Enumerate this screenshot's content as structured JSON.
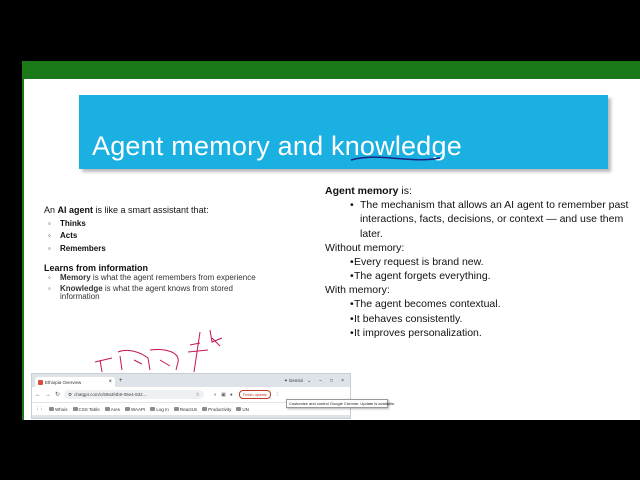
{
  "slide": {
    "title": "Agent memory and knowledge",
    "left": {
      "intro_pre": "An ",
      "intro_bold": "AI agent",
      "intro_post": " is like a smart assistant that:",
      "abilities": [
        "Thinks",
        "Acts",
        "Remembers"
      ],
      "learns_heading": "Learns from information",
      "definitions": [
        {
          "term": "Memory",
          "text": " is what the agent remembers from experience"
        },
        {
          "term": "Knowledge",
          "text": " is what the agent knows from stored information"
        }
      ]
    },
    "right": {
      "heading_bold": "Agent memory",
      "heading_rest": " is:",
      "definition": "The mechanism that allows an AI agent to remember past interactions, facts, decisions, or context — and use them later.",
      "without_heading": "Without memory:",
      "without_items": [
        "Every request is brand new.",
        "The agent forgets everything."
      ],
      "with_heading": "With memory:",
      "with_items": [
        "The agent becomes contextual.",
        "It behaves consistently.",
        "It improves personalization."
      ]
    }
  },
  "browser": {
    "tab_title": "Ethiopia Overview",
    "tab_close": "×",
    "new_tab": "+",
    "gemini_label": "Gemini",
    "window_controls": [
      "⌄",
      "–",
      "□",
      "×"
    ],
    "nav": [
      "←",
      "→",
      "↻"
    ],
    "url": "chatgpt.com/c/69a3f4b9-05e4-832...",
    "update_button": "Finish update",
    "tooltip": "Customize and control Google Chrome. Update is available.",
    "bookmarks": [
      "Whois",
      "CSS Table",
      "Ares",
      "WAAPI",
      "Log In",
      "ReactUs",
      "Productivity",
      "UN"
    ],
    "colors": {
      "accent": "#1ab0e2",
      "frame": "#1a7a1a",
      "warning": "#c0392b"
    }
  }
}
